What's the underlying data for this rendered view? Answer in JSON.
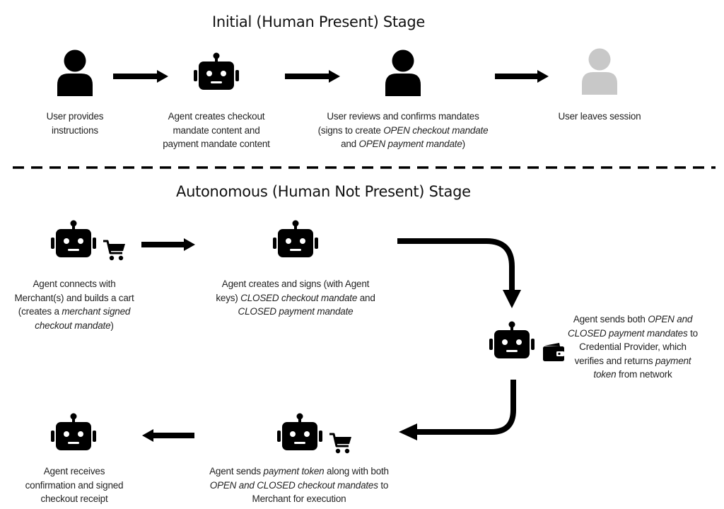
{
  "stages": {
    "initial_title": "Initial (Human Present) Stage",
    "autonomous_title": "Autonomous (Human Not Present) Stage"
  },
  "captions": {
    "user_provides": [
      [
        {
          "t": "User provides"
        }
      ],
      [
        {
          "t": "instructions"
        }
      ]
    ],
    "agent_creates_content": [
      [
        {
          "t": "Agent creates checkout"
        }
      ],
      [
        {
          "t": "mandate content and"
        }
      ],
      [
        {
          "t": "payment mandate content"
        }
      ]
    ],
    "user_reviews": [
      [
        {
          "t": "User reviews and confirms mandates"
        }
      ],
      [
        {
          "t": "(signs to create "
        },
        {
          "t": "OPEN checkout mandate",
          "i": true
        }
      ],
      [
        {
          "t": "and "
        },
        {
          "t": "OPEN payment mandate",
          "i": true
        },
        {
          "t": ")"
        }
      ]
    ],
    "user_leaves": [
      [
        {
          "t": "User leaves session"
        }
      ]
    ],
    "agent_connects": [
      [
        {
          "t": "Agent connects with"
        }
      ],
      [
        {
          "t": "Merchant(s) and builds a cart"
        }
      ],
      [
        {
          "t": "(creates a "
        },
        {
          "t": "merchant signed",
          "i": true
        }
      ],
      [
        {
          "t": "checkout mandate",
          "i": true
        },
        {
          "t": ")"
        }
      ]
    ],
    "agent_creates_signs": [
      [
        {
          "t": "Agent creates and signs (with Agent"
        }
      ],
      [
        {
          "t": "keys) "
        },
        {
          "t": "CLOSED checkout mandate",
          "i": true
        },
        {
          "t": " and"
        }
      ],
      [
        {
          "t": "CLOSED payment mandate",
          "i": true
        }
      ]
    ],
    "agent_sends_both": [
      [
        {
          "t": "Agent sends both "
        },
        {
          "t": "OPEN and",
          "i": true
        }
      ],
      [
        {
          "t": "CLOSED payment mandates",
          "i": true
        },
        {
          "t": " to"
        }
      ],
      [
        {
          "t": "Credential Provider, which"
        }
      ],
      [
        {
          "t": "verifies and returns "
        },
        {
          "t": "payment",
          "i": true
        }
      ],
      [
        {
          "t": "token",
          "i": true
        },
        {
          "t": " from network"
        }
      ]
    ],
    "agent_sends_token": [
      [
        {
          "t": "Agent sends "
        },
        {
          "t": "payment token",
          "i": true
        },
        {
          "t": " along with both"
        }
      ],
      [
        {
          "t": "OPEN and CLOSED checkout mandates",
          "i": true
        },
        {
          "t": " to"
        }
      ],
      [
        {
          "t": "Merchant for execution"
        }
      ]
    ],
    "agent_receives": [
      [
        {
          "t": "Agent receives"
        }
      ],
      [
        {
          "t": "confirmation and signed"
        }
      ],
      [
        {
          "t": "checkout receipt"
        }
      ]
    ]
  },
  "icons": {
    "user_active": "user-icon",
    "user_inactive": "user-icon",
    "agent": "robot-icon",
    "cart": "shopping-cart-icon",
    "wallet": "wallet-icon"
  },
  "colors": {
    "ink": "#000000",
    "inactive_user": "#c8c8c8",
    "text": "#222222"
  }
}
